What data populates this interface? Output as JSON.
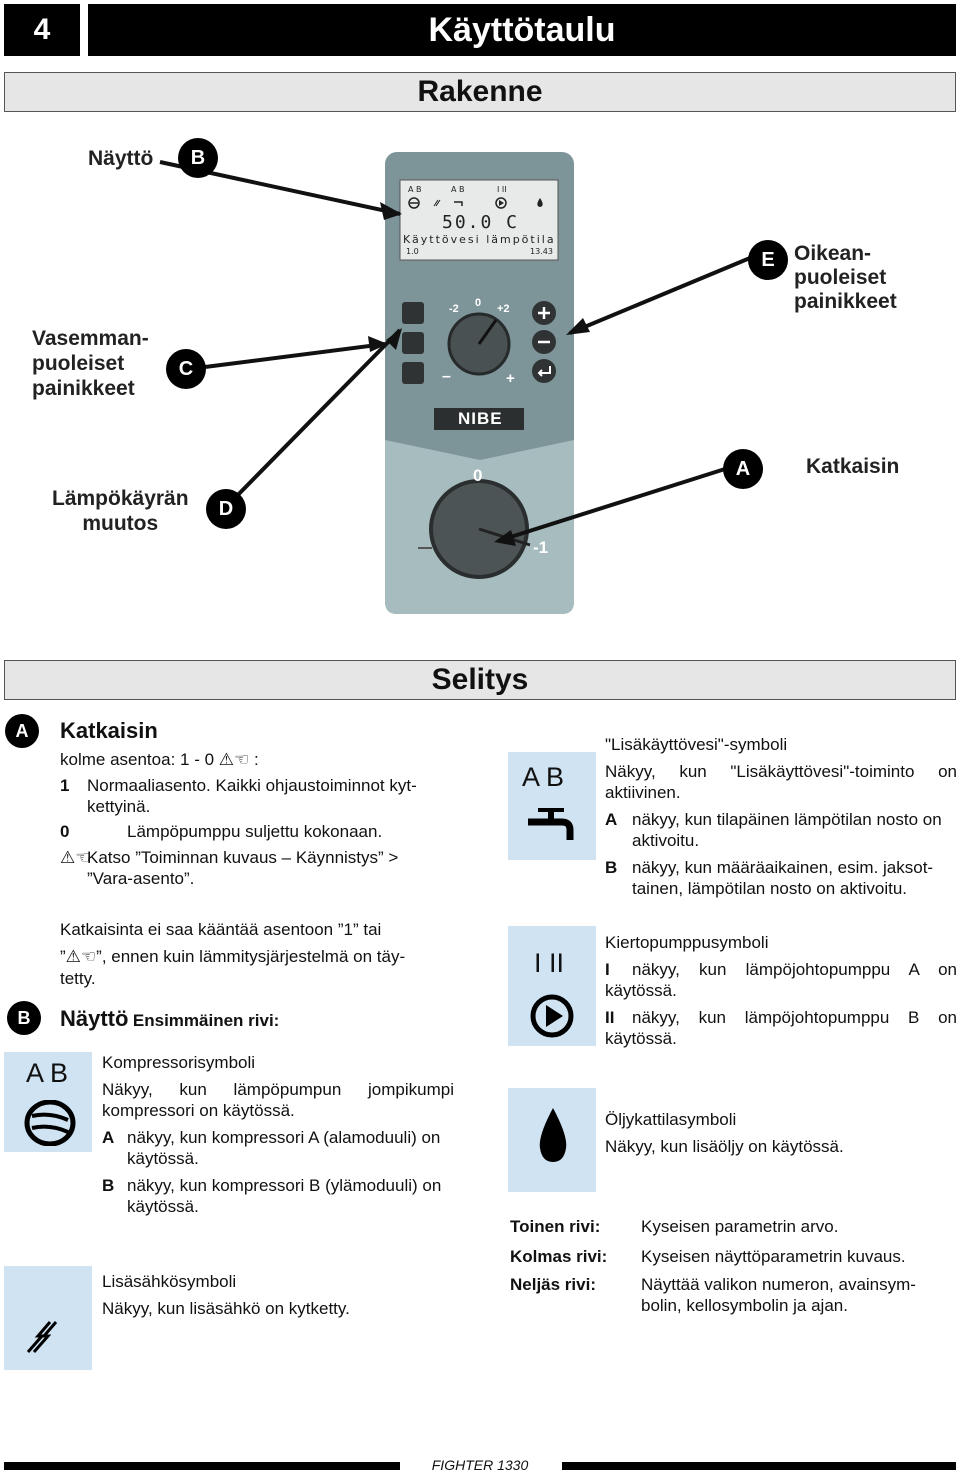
{
  "header": {
    "number": "4",
    "title": "Käyttötaulu"
  },
  "structure": {
    "title": "Rakenne",
    "labels": {
      "naytto": "Näyttö",
      "left_buttons": "Vasemman-\npuoleiset\npainikkeet",
      "right_buttons": "Oikean-\npuoleiset\npainikkeet",
      "heating_curve": "Lämpökäyrän\nmuutos",
      "switch": "Katkaisin"
    },
    "markers": {
      "a": "A",
      "b": "B",
      "c": "C",
      "d": "D",
      "e": "E"
    },
    "display": {
      "row1_ab": "A B",
      "row1_ab2": "A B",
      "row1_i_ii": "I II",
      "value": "50.0  C",
      "description": "Käyttövesi lämpötila",
      "menu_number": "1.0",
      "time": "13.43"
    },
    "dial": {
      "minus2": "-2",
      "zero": "0",
      "plus2": "+2",
      "minus": "–",
      "plus": "+"
    },
    "brand": "NIBE",
    "switch_positions": {
      "zero": "0",
      "one": "-1"
    }
  },
  "legend": {
    "title": "Selitys",
    "a": {
      "marker": "A",
      "title": "Katkaisin",
      "intro": "kolme asentoa: 1 - 0",
      "intro_end": ":",
      "p1_key": "1",
      "p1_text": "Normaaliasento. Kaikki ohjaustoiminnot kyt-\nkettyinä.",
      "p0_key": "0",
      "p0_text": "Lämpöpumppu suljettu kokonaan.",
      "pw_text": "Katso ”Toiminnan kuvaus – Käynnistys” >\n”Vara-asento”.",
      "warn_1": "Katkaisinta ei saa kääntää asentoon ”1” tai",
      "warn_2a": "”",
      "warn_2b": "”, ennen kuin lämmitysjärjestelmä on täy-",
      "warn_3": "tetty."
    },
    "b": {
      "marker": "B",
      "title": "Näyttö",
      "subtitle": "Ensimmäinen rivi:",
      "compressor": {
        "sym_text": "A B",
        "title": "Kompressorisymboli",
        "text": "Näkyy, kun lämpöpumpun jompikumpi kompressori on käytössä.",
        "a_key": "A",
        "a_text": "näkyy, kun kompressori A (alamoduuli) on käytössä.",
        "b_key": "B",
        "b_text": "näkyy, kun kompressori B (ylämoduuli) on käytössä."
      },
      "electric": {
        "title": "Lisäsähkösymboli",
        "text": "Näkyy, kun lisäsähkö on kytketty."
      },
      "hotwater": {
        "sym_text": "A B",
        "title": "\"Lisäkäyttövesi\"-symboli",
        "text": "Näkyy, kun \"Lisäkäyttövesi\"-toiminto on aktiivinen.",
        "a_key": "A",
        "a_text": "näkyy, kun tilapäinen lämpötilan nosto on aktivoitu.",
        "b_key": "B",
        "b_text": "näkyy, kun määräaikainen, esim. jaksot-\ntainen, lämpötilan nosto on aktivoitu."
      },
      "pump": {
        "sym_text": "I II",
        "title": "Kiertopumppusymboli",
        "i_key": "I",
        "i_text": "näkyy, kun lämpöjohtopumppu A on käytössä.",
        "ii_key": "II",
        "ii_text": "näkyy, kun lämpöjohtopumppu B on käytössä."
      },
      "oil": {
        "title": "Öljykattilasymboli",
        "text": "Näkyy, kun lisäöljy on käytössä."
      },
      "rows": [
        {
          "key": "Toinen rivi:",
          "value": "Kyseisen parametrin arvo."
        },
        {
          "key": "Kolmas rivi:",
          "value": "Kyseisen näyttöparametrin kuvaus."
        },
        {
          "key": "Neljäs rivi:",
          "value": "Näyttää valikon numeron, avainsym-\nbolin, kellosymbolin ja ajan."
        }
      ]
    }
  },
  "footer": {
    "text": "FIGHTER 1330"
  }
}
